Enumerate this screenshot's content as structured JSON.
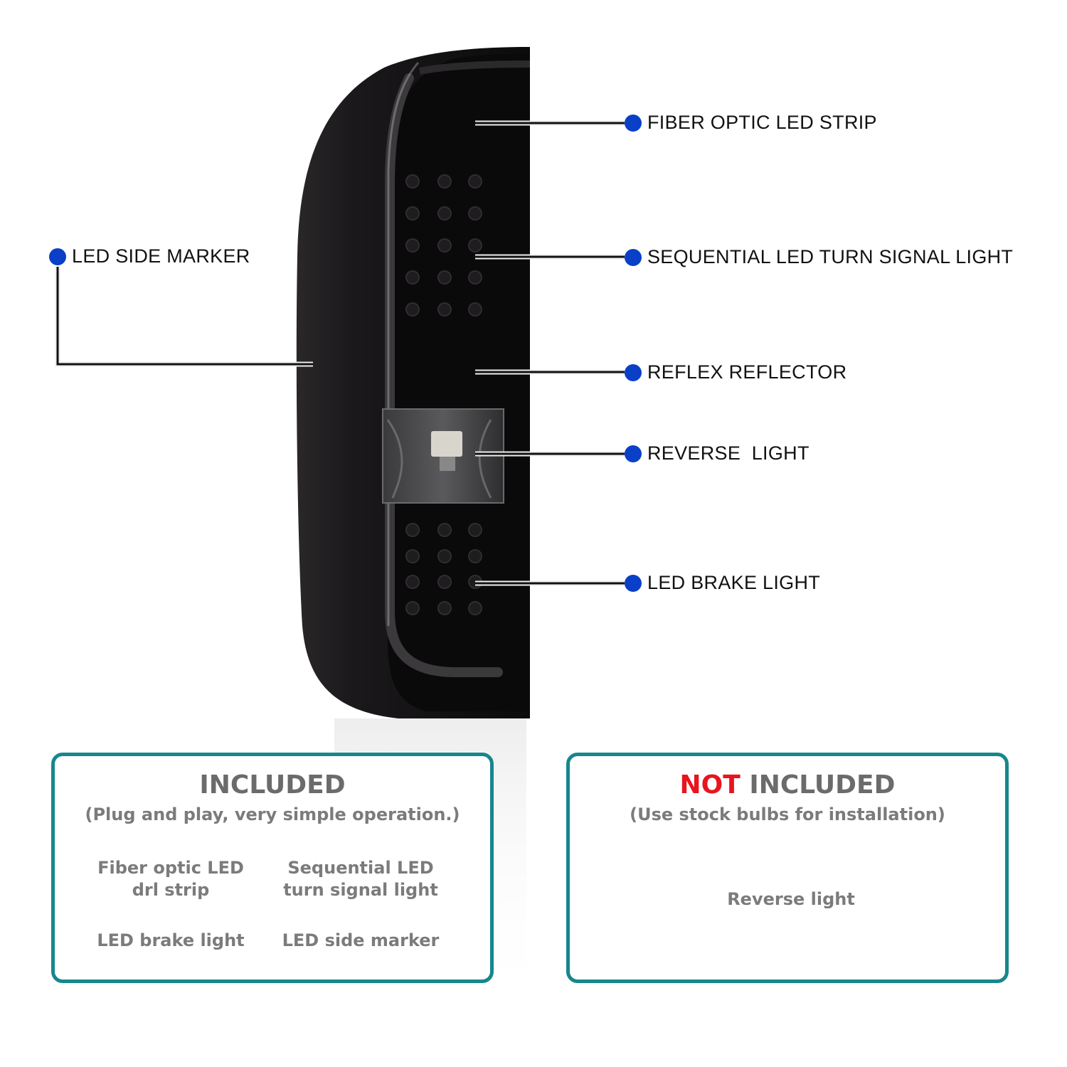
{
  "callouts": {
    "fiber_optic": "FIBER OPTIC LED STRIP",
    "sequential": "SEQUENTIAL LED TURN SIGNAL LIGHT",
    "reflex": "REFLEX REFLECTOR",
    "reverse": "REVERSE  LIGHT",
    "brake": "LED BRAKE LIGHT",
    "side_marker": "LED SIDE MARKER"
  },
  "included": {
    "title": "INCLUDED",
    "subtitle": "(Plug and play, very simple operation.)",
    "items": [
      "Fiber optic LED\ndrl strip",
      "Sequential LED\nturn signal light",
      "LED brake light",
      "LED side marker"
    ]
  },
  "not_included": {
    "title_red": "NOT",
    "title_rest": " INCLUDED",
    "subtitle": "(Use stock bulbs for installation)",
    "items": [
      "Reverse light"
    ]
  },
  "colors": {
    "dot": "#0a3fc7",
    "panel_border": "#16878d",
    "not_red": "#e8141e",
    "lamp_body": "#141214"
  }
}
